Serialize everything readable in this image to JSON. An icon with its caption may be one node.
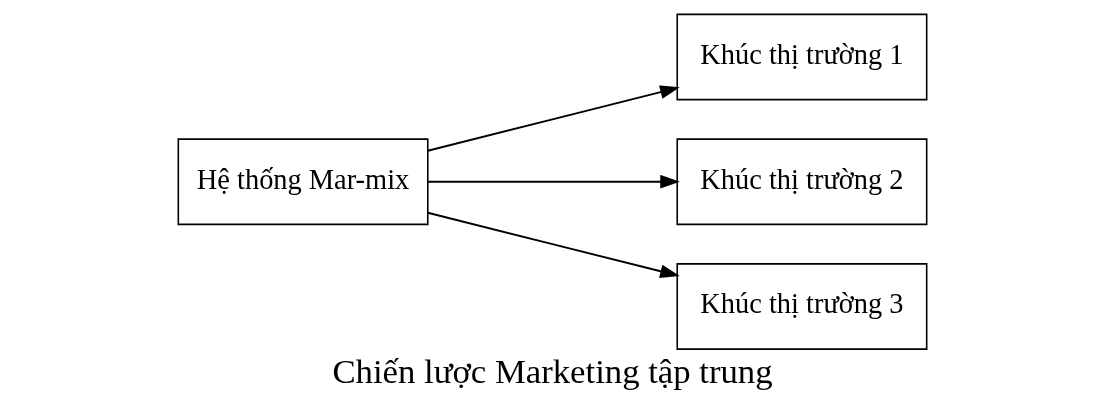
{
  "diagram": {
    "caption": "Chiến lược Marketing tập trung",
    "nodes": [
      {
        "text": [
          "Hệ thống Mar-mix"
        ]
      },
      {
        "text": [
          "Khúc thị trường 1"
        ]
      },
      {
        "text": [
          "Khúc thị trường 2"
        ]
      },
      {
        "text": [
          "Khúc thị trường 3"
        ]
      }
    ],
    "edges": [
      {
        "from": 0,
        "to": 1,
        "arrow": "to"
      },
      {
        "from": 0,
        "to": 2,
        "arrow": "to"
      },
      {
        "from": 0,
        "to": 3,
        "arrow": "to"
      }
    ]
  }
}
